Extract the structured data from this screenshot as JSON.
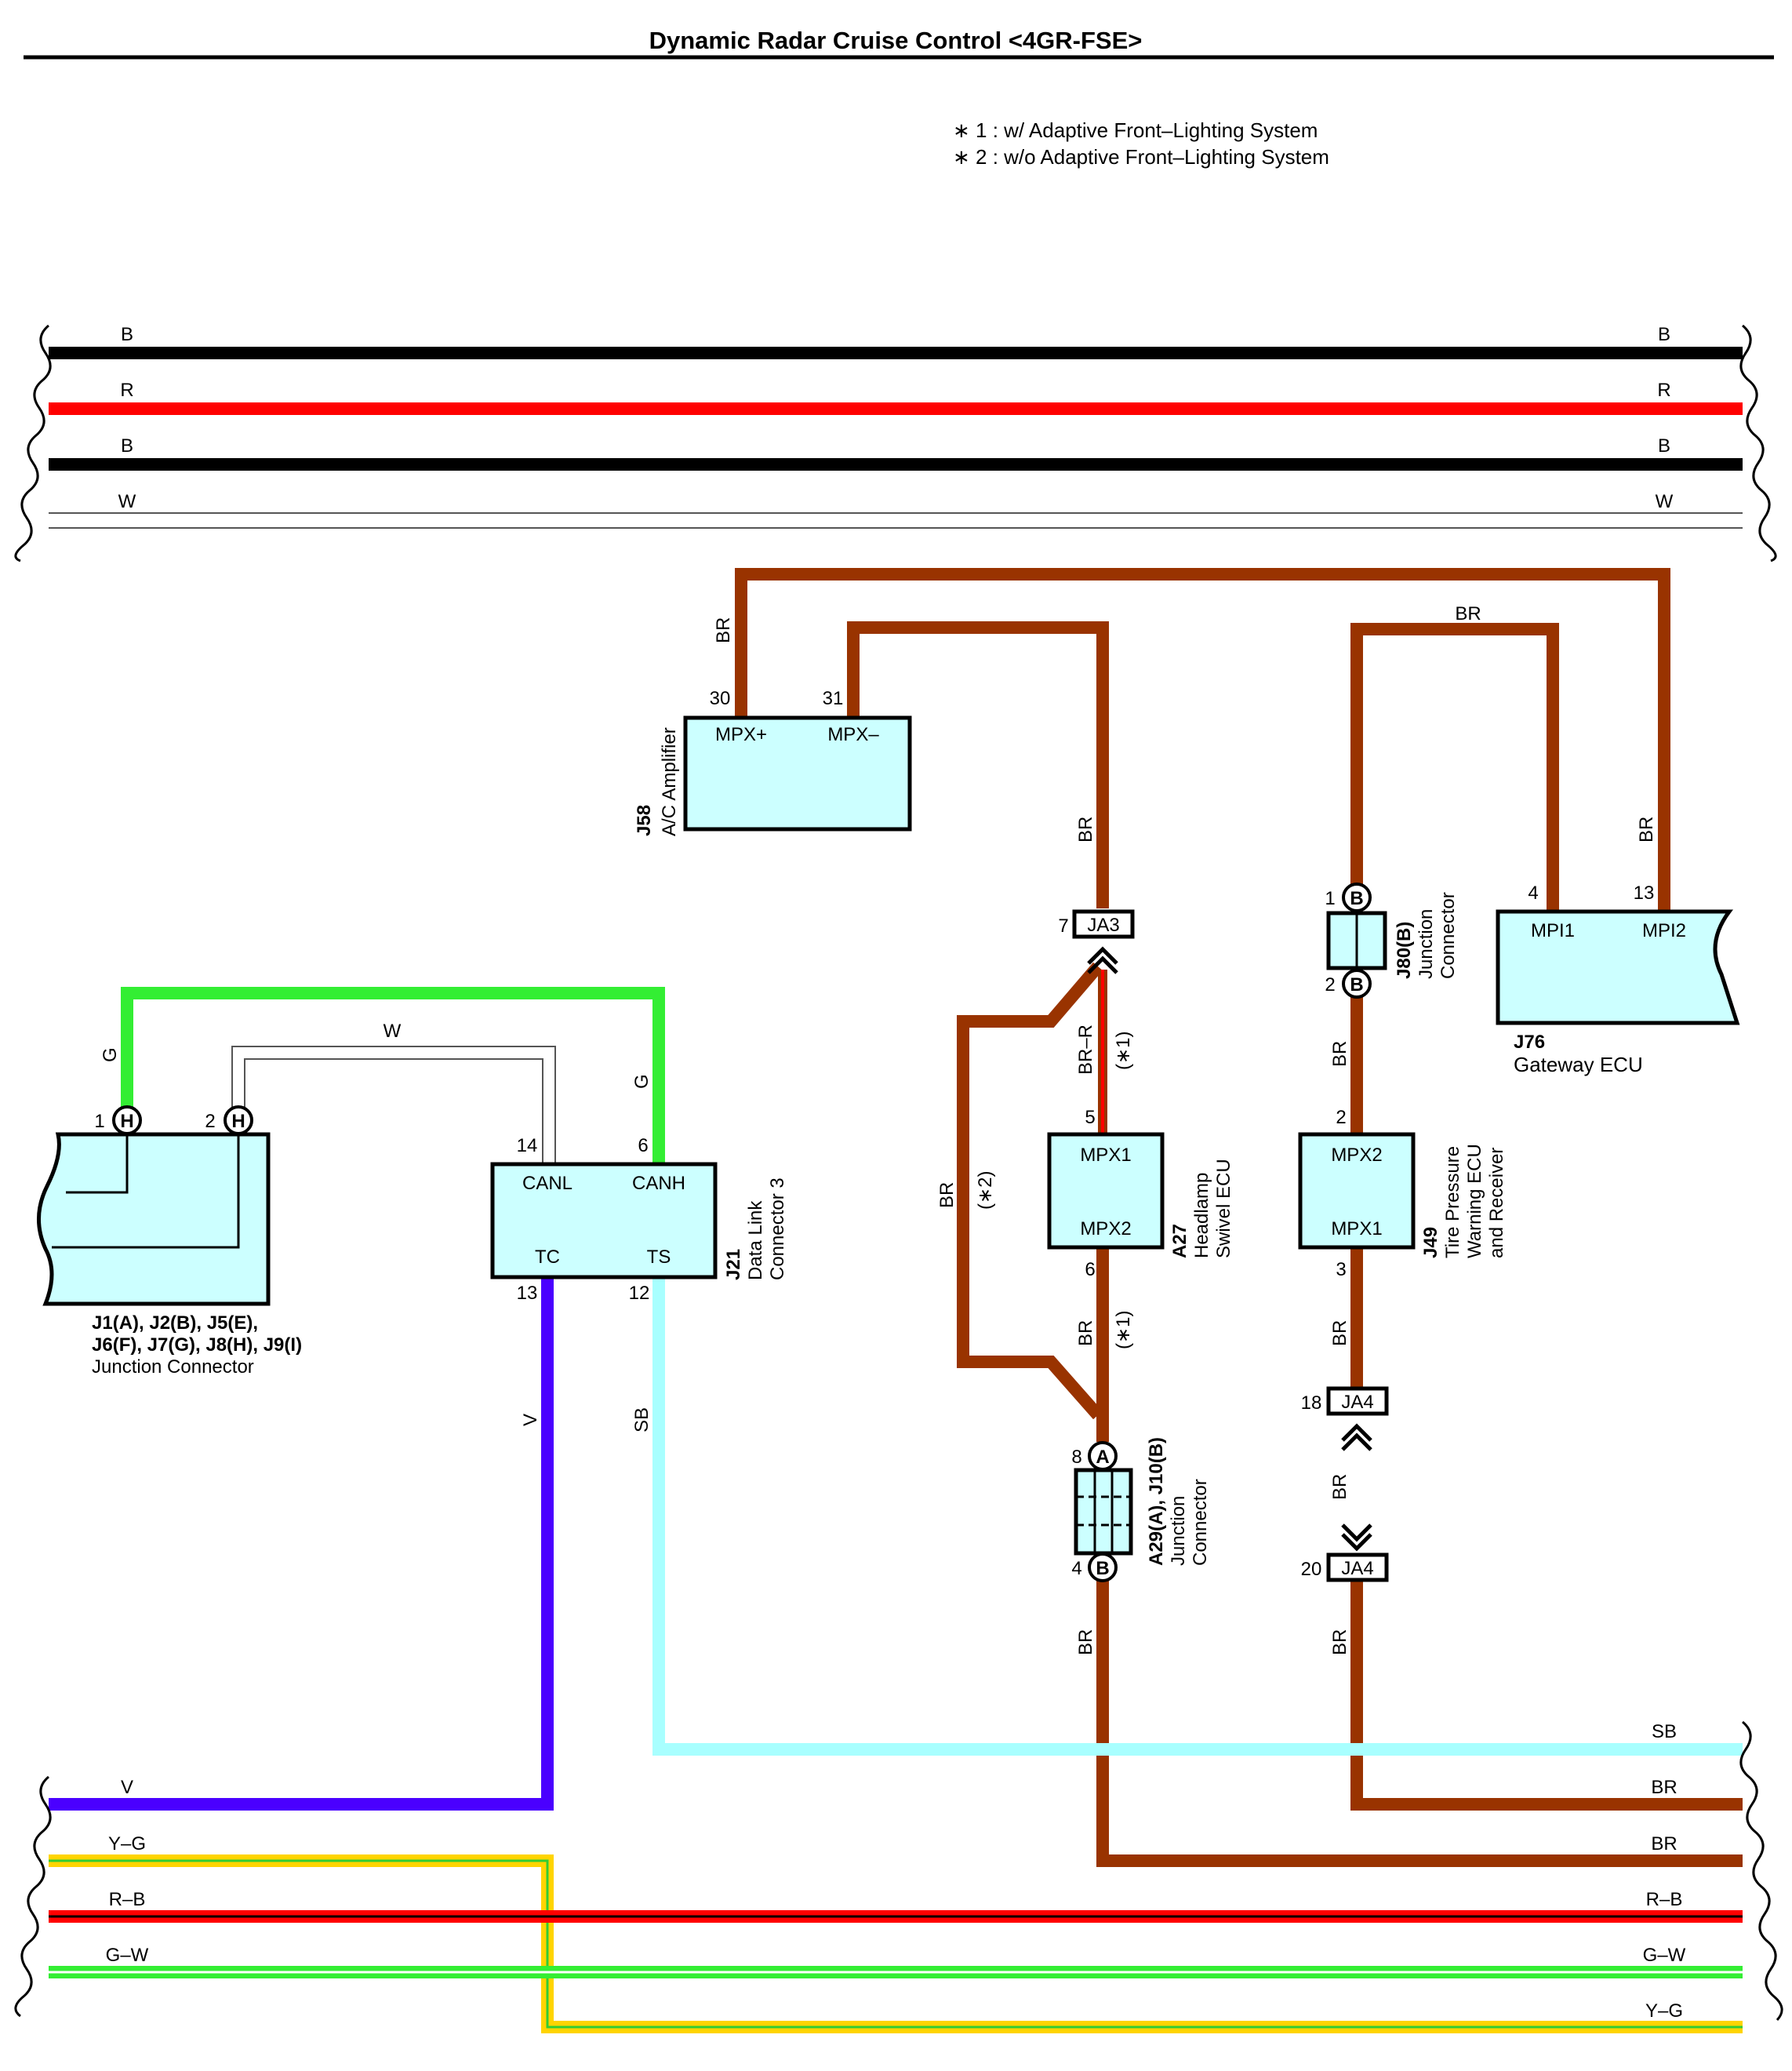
{
  "title": "Dynamic Radar Cruise Control <4GR-FSE>",
  "notes": [
    "∗ 1 : w/ Adaptive Front–Lighting System",
    "∗ 2 : w/o Adaptive Front–Lighting System"
  ],
  "top_bus": [
    {
      "left": "B",
      "right": "B",
      "color": "#000000"
    },
    {
      "left": "R",
      "right": "R",
      "color": "#ff0000"
    },
    {
      "left": "B",
      "right": "B",
      "color": "#000000"
    },
    {
      "left": "W",
      "right": "W",
      "color": "#ffffff"
    }
  ],
  "bottom_bus": [
    {
      "left": "V",
      "right": "",
      "color": "#4a00ff"
    },
    {
      "left": "Y–G",
      "right": "Y–G",
      "color": "#ffd400"
    },
    {
      "left": "R–B",
      "right": "R–B",
      "color": "#ff0000"
    },
    {
      "left": "G–W",
      "right": "G–W",
      "color": "#00e000"
    }
  ],
  "bottom_right_labels": [
    "SB",
    "BR",
    "BR"
  ],
  "colors": {
    "brown": "#993300",
    "green": "#33ee33",
    "violet": "#4a00ff",
    "skyblue": "#a8ffff",
    "component_fill": "#ccffff"
  },
  "components": {
    "j58": {
      "code": "J58",
      "name": "A/C Amplifier",
      "pin_a_name": "MPX+",
      "pin_b_name": "MPX–",
      "pin_a": "30",
      "pin_b": "31"
    },
    "j76": {
      "code": "J76",
      "name": "Gateway ECU",
      "pin_a_name": "MPI1",
      "pin_b_name": "MPI2",
      "pin_a": "4",
      "pin_b": "13"
    },
    "j21": {
      "code": "J21",
      "name1": "Data Link",
      "name2": "Connector 3",
      "p_canl": "CANL",
      "p_canh": "CANH",
      "p_tc": "TC",
      "p_ts": "TS",
      "n14": "14",
      "n6": "6",
      "n13": "13",
      "n12": "12"
    },
    "a27": {
      "code": "A27",
      "name1": "Headlamp",
      "name2": "Swivel ECU",
      "p_top": "MPX1",
      "p_bot": "MPX2",
      "n_top": "5",
      "n_bot": "6"
    },
    "j49": {
      "code": "J49",
      "name1": "Tire Pressure",
      "name2": "Warning ECU",
      "name3": "and Receiver",
      "p_top": "MPX2",
      "p_bot": "MPX1",
      "n_top": "2",
      "n_bot": "3"
    },
    "j80": {
      "code": "J80(B)",
      "name1": "Junction",
      "name2": "Connector",
      "letter": "B",
      "n_top": "1",
      "n_bot": "2"
    },
    "a29": {
      "code": "A29(A), J10(B)",
      "name1": "Junction",
      "name2": "Connector",
      "l_top": "A",
      "l_bot": "B",
      "n_top": "8",
      "n_bot": "4"
    },
    "jc": {
      "code1": "J1(A), J2(B), J5(E),",
      "code2": "J6(F), J7(G), J8(H), J9(I)",
      "name": "Junction Connector",
      "letter": "H",
      "n1": "1",
      "n2": "2"
    }
  },
  "splices": {
    "ja3": {
      "label": "JA3",
      "pin": "7"
    },
    "ja4_top": {
      "label": "JA4",
      "pin": "18"
    },
    "ja4_bot": {
      "label": "JA4",
      "pin": "20"
    }
  },
  "wire_labels": {
    "br": "BR",
    "g": "G",
    "w": "W",
    "v": "V",
    "sb": "SB",
    "brr": "BR–R",
    "note1": "(∗1)",
    "note2": "(∗2)"
  }
}
